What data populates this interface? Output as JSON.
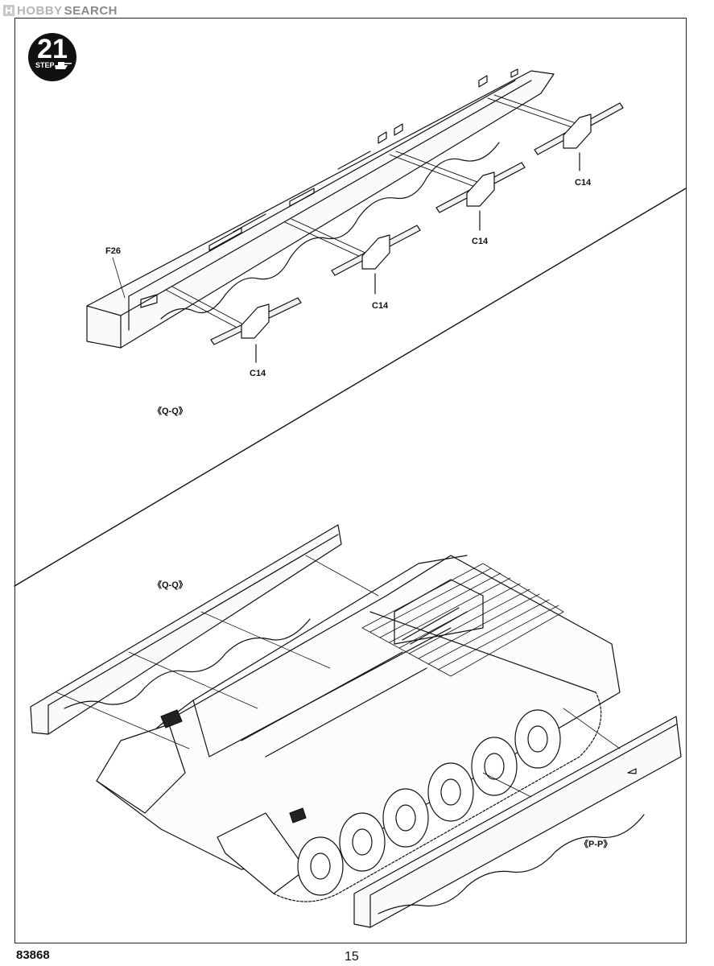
{
  "watermark": {
    "part1": "HO",
    "part2": "BBY",
    "part3": "SEARCH"
  },
  "step": {
    "number": "21",
    "word": "STEP"
  },
  "parts": {
    "f26": "F26",
    "c14_a": "C14",
    "c14_b": "C14",
    "c14_c": "C14",
    "c14_d": "C14"
  },
  "refs": {
    "qq_top": "《Q-Q》",
    "qq_bottom": "《Q-Q》",
    "pp": "《P-P》"
  },
  "footer": {
    "code": "83868",
    "page": "15"
  }
}
